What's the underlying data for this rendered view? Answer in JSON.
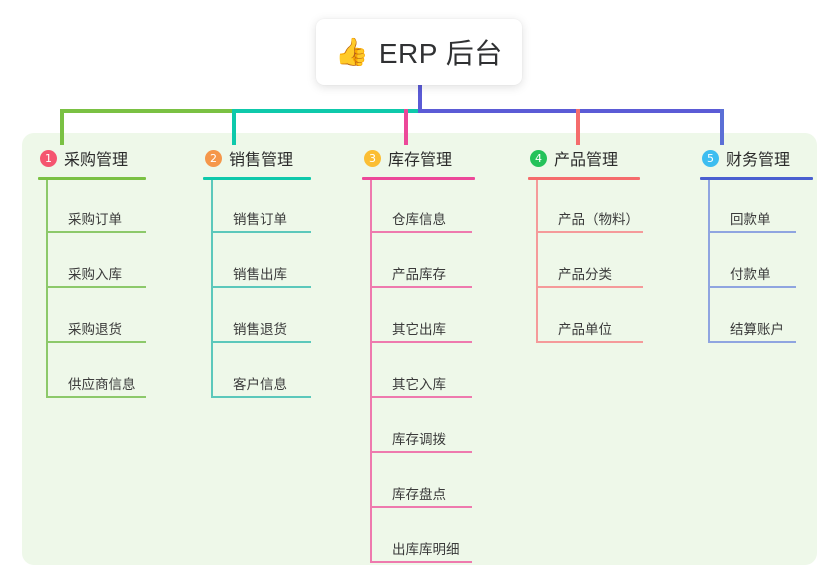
{
  "root": {
    "icon": "thumbs-up-icon",
    "emoji": "👍",
    "title": "ERP 后台",
    "drop_color": "#5b5bd6"
  },
  "panel": {
    "background": "#eef8e9"
  },
  "bus": [
    {
      "name": "bus-segment-green",
      "color": "#7ac143"
    },
    {
      "name": "bus-segment-teal",
      "color": "#0ec9ab"
    },
    {
      "name": "bus-segment-purple",
      "color": "#5b5bd6"
    }
  ],
  "columns": [
    {
      "number": "1",
      "title": "采购管理",
      "badge_color": "#f5556f",
      "rule_color": "#7ac143",
      "line_color": "#8cc96a",
      "drop_color": "#7ac143",
      "items": [
        "采购订单",
        "采购入库",
        "采购退货",
        "供应商信息"
      ]
    },
    {
      "number": "2",
      "title": "销售管理",
      "badge_color": "#f5974a",
      "rule_color": "#0ec9ab",
      "line_color": "#5bc8bb",
      "drop_color": "#0ec9ab",
      "items": [
        "销售订单",
        "销售出库",
        "销售退货",
        "客户信息"
      ]
    },
    {
      "number": "3",
      "title": "库存管理",
      "badge_color": "#fbbe33",
      "rule_color": "#ec4899",
      "line_color": "#ee7aae",
      "drop_color": "#ec4899",
      "items": [
        "仓库信息",
        "产品库存",
        "其它出库",
        "其它入库",
        "库存调拨",
        "库存盘点",
        "出库库明细"
      ]
    },
    {
      "number": "4",
      "title": "产品管理",
      "badge_color": "#24c25a",
      "rule_color": "#f56c6c",
      "line_color": "#f59a9a",
      "drop_color": "#f56c6c",
      "items": [
        "产品（物料）",
        "产品分类",
        "产品单位"
      ]
    },
    {
      "number": "5",
      "title": "财务管理",
      "badge_color": "#3dbdf0",
      "rule_color": "#4a5fd0",
      "line_color": "#8fa5e0",
      "drop_color": "#5b6fd6",
      "items": [
        "回款单",
        "付款单",
        "结算账户"
      ]
    }
  ]
}
